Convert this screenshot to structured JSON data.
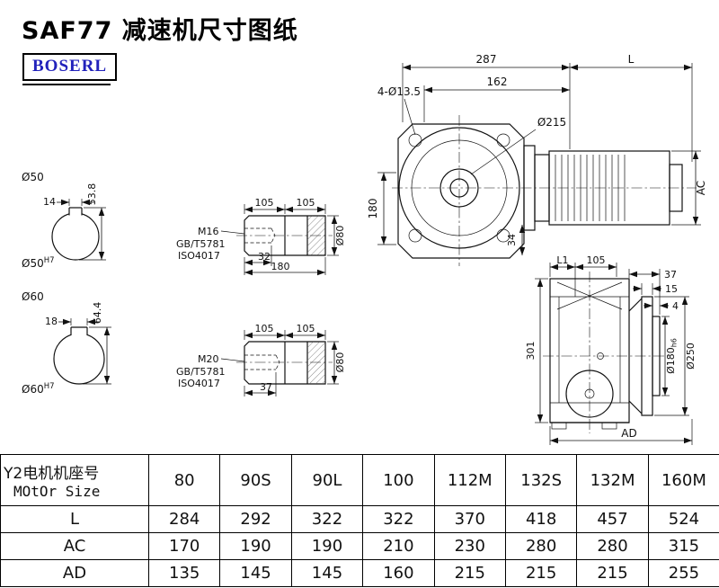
{
  "page": {
    "title": "SAF77 减速机尺寸图纸",
    "logo": "BOSERL"
  },
  "drawing": {
    "front": {
      "d287": "287",
      "dL": "L",
      "d162": "162",
      "holes": "4-Ø13.5",
      "d215": "Ø215",
      "d180": "180",
      "d34": "34",
      "dAC": "AC"
    },
    "shaft50": {
      "dia": "Ø50",
      "key": "14",
      "height": "53.8",
      "bore": "Ø50",
      "bore_sup": "H7"
    },
    "shaft60": {
      "dia": "Ø60",
      "key": "18",
      "height": "64.4",
      "bore": "Ø60",
      "bore_sup": "H7"
    },
    "detail_m16": {
      "d105a": "105",
      "d105b": "105",
      "thread": "M16",
      "std1": "GB/T5781",
      "std2": "ISO4017",
      "depth": "32",
      "length": "180",
      "dia": "Ø80"
    },
    "detail_m20": {
      "d105a": "105",
      "d105b": "105",
      "thread": "M20",
      "std1": "GB/T5781",
      "std2": "ISO4017",
      "depth": "37",
      "dia": "Ø80"
    },
    "side": {
      "dL1": "L1",
      "d105": "105",
      "d37": "37",
      "d15": "15",
      "d4": "4",
      "d301": "301",
      "d180": "Ø180",
      "d180_sub": "h6",
      "d250": "Ø250",
      "dAD": "AD"
    }
  },
  "table": {
    "header_cn": "Y2电机机座号",
    "header_en": "MOtOr Size",
    "columns": [
      "80",
      "90S",
      "90L",
      "100",
      "112M",
      "132S",
      "132M",
      "160M"
    ],
    "rows": [
      {
        "label": "L",
        "values": [
          "284",
          "292",
          "322",
          "322",
          "370",
          "418",
          "457",
          "524"
        ]
      },
      {
        "label": "AC",
        "values": [
          "170",
          "190",
          "190",
          "210",
          "230",
          "280",
          "280",
          "315"
        ]
      },
      {
        "label": "AD",
        "values": [
          "135",
          "145",
          "145",
          "160",
          "215",
          "215",
          "215",
          "255"
        ]
      }
    ]
  }
}
